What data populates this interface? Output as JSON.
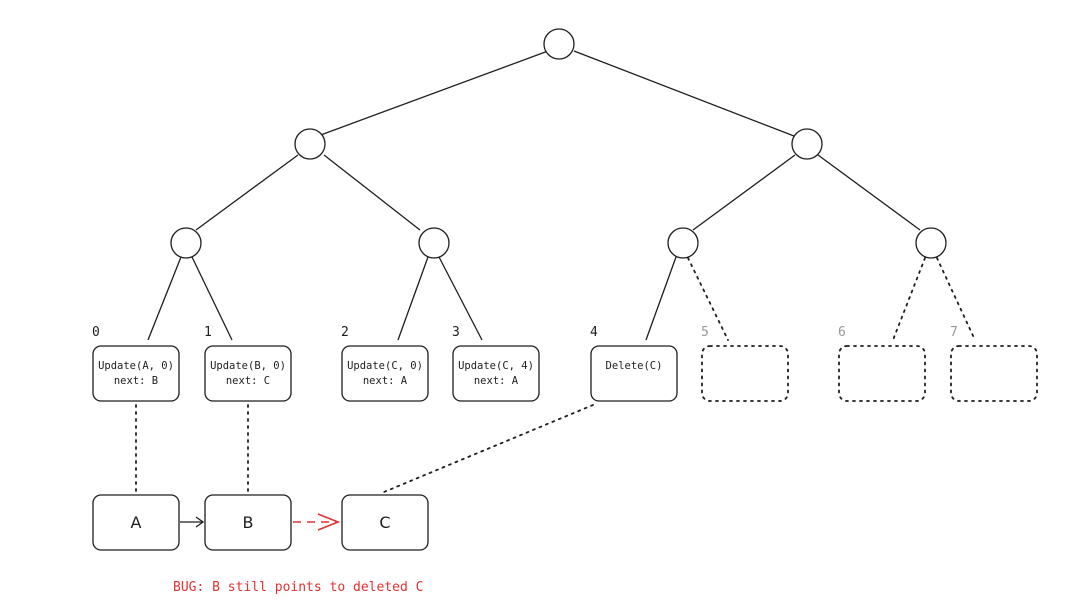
{
  "tree": {
    "slots": [
      {
        "index": "0",
        "line1": "Update(A, 0)",
        "line2": "next: B",
        "empty": false
      },
      {
        "index": "1",
        "line1": "Update(B, 0)",
        "line2": "next: C",
        "empty": false
      },
      {
        "index": "2",
        "line1": "Update(C, 0)",
        "line2": "next: A",
        "empty": false
      },
      {
        "index": "3",
        "line1": "Update(C, 4)",
        "line2": "next: A",
        "empty": false
      },
      {
        "index": "4",
        "line1": "Delete(C)",
        "line2": "",
        "empty": false
      },
      {
        "index": "5",
        "line1": "",
        "line2": "",
        "empty": true
      },
      {
        "index": "6",
        "line1": "",
        "line2": "",
        "empty": true
      },
      {
        "index": "7",
        "line1": "",
        "line2": "",
        "empty": true
      }
    ]
  },
  "linked_list": {
    "nodes": [
      "A",
      "B",
      "C"
    ]
  },
  "annotation": {
    "bug_text": "BUG: B still points to deleted C",
    "color": "#e03131"
  }
}
